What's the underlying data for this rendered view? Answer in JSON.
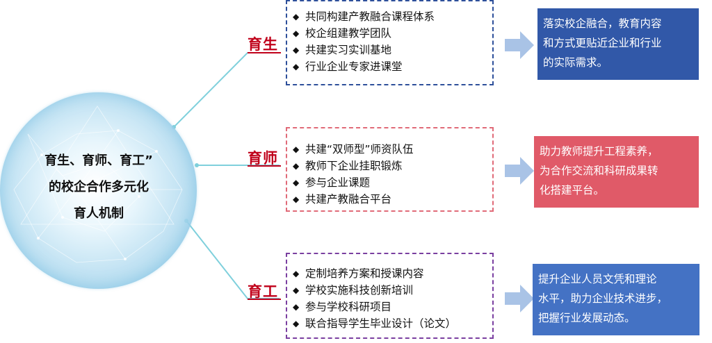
{
  "center": {
    "lines": [
      "育生、育师、育工”",
      "的校企合作多元化",
      "育人机制"
    ]
  },
  "branches": [
    {
      "label": "育生",
      "items": [
        "共同构建产教融合课程体系",
        "校企组建教学团队",
        "共建实习实训基地",
        "行业企业专家进课堂"
      ],
      "result_lines": [
        "落实校企融合，教育内容",
        "和方式更贴近企业和行业",
        "的实际需求。"
      ]
    },
    {
      "label": "育师",
      "items": [
        "共建“双师型”师资队伍",
        "教师下企业挂职锻炼",
        "参与企业课题",
        "共建产教融合平台"
      ],
      "result_lines": [
        "助力教师提升工程素养，",
        "为合作交流和科研成果转",
        "化搭建平台。"
      ]
    },
    {
      "label": "育工",
      "items": [
        "定制培养方案和授课内容",
        "学校实施科技创新培训",
        "参与学校科研项目",
        "联合指导学生毕业设计（论文）"
      ],
      "result_lines": [
        "提升企业人员文凭和理论",
        "水平，助力企业技术进步，",
        "把握行业发展动态。"
      ]
    }
  ],
  "colors": {
    "label": "#c0001a",
    "connector": "#7fd0dc",
    "box1_border": "#2d4f9a",
    "box2_border": "#e06a78",
    "box3_border": "#7a3fa0",
    "result1_bg": "#3158a8",
    "result2_bg": "#e05a68",
    "result3_bg": "#4472c4",
    "arrow": "#a9c3e6"
  },
  "icons": {
    "bullet": "diamond-bullet-icon",
    "arrow": "right-arrow-icon"
  }
}
